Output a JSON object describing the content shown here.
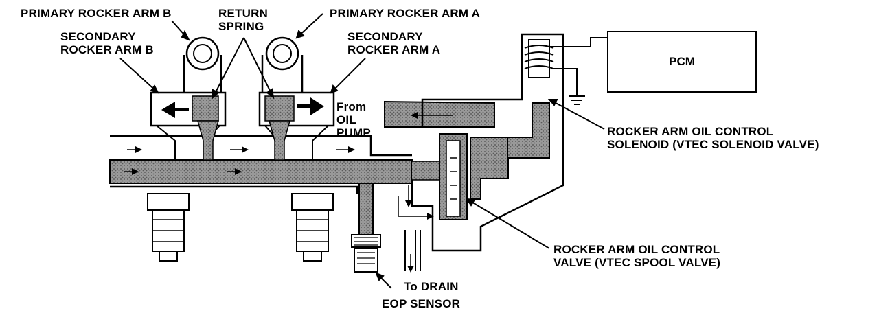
{
  "labels": {
    "primary_rocker_arm_b": "PRIMARY ROCKER ARM B",
    "return_spring": [
      "RETURN",
      "SPRING"
    ],
    "primary_rocker_arm_a": "PRIMARY ROCKER ARM A",
    "secondary_rocker_arm_b": [
      "SECONDARY",
      "ROCKER ARM B"
    ],
    "secondary_rocker_arm_a": [
      "SECONDARY",
      "ROCKER ARM A"
    ],
    "from_oil_pump": [
      "From",
      "OIL",
      "PUMP"
    ],
    "pcm": "PCM",
    "oil_control_solenoid": [
      "ROCKER ARM OIL CONTROL",
      "SOLENOID (VTEC SOLENOID VALVE)"
    ],
    "oil_control_valve": [
      "ROCKER ARM OIL CONTROL",
      "VALVE (VTEC SPOOL VALVE)"
    ],
    "to_drain": "To DRAIN",
    "eop_sensor": "EOP SENSOR"
  },
  "colors": {
    "ink": "#000000",
    "oil_fill": "#8a8a8a",
    "background": "#ffffff"
  }
}
